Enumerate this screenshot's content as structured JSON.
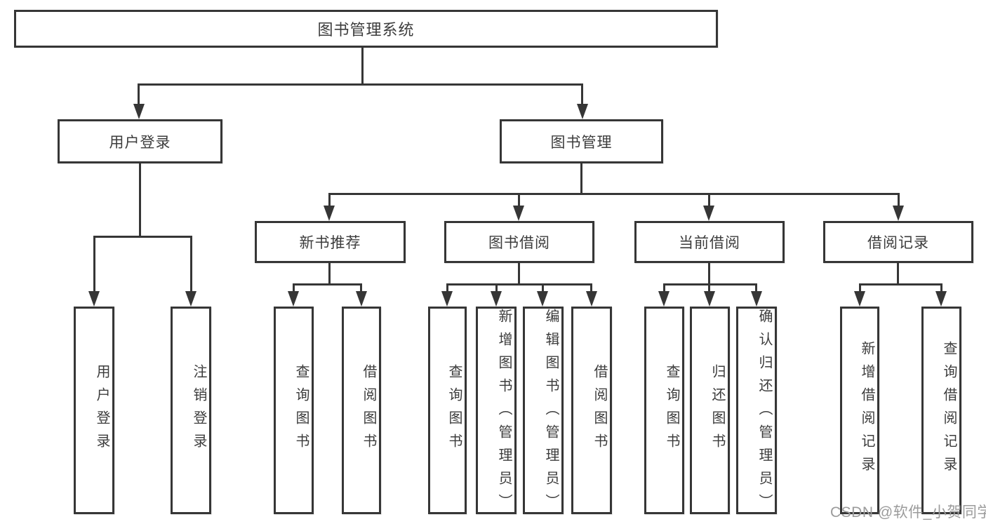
{
  "diagram": {
    "title_node": {
      "label": "图书管理系统"
    },
    "level2": [
      {
        "label": "用户登录"
      },
      {
        "label": "图书管理"
      }
    ],
    "level3": [
      {
        "label": "新书推荐"
      },
      {
        "label": "图书借阅"
      },
      {
        "label": "当前借阅"
      },
      {
        "label": "借阅记录"
      }
    ],
    "leaves": {
      "user_login": [
        {
          "label": "用户登录"
        },
        {
          "label": "注销登录"
        }
      ],
      "new_book": [
        {
          "label": "查询图书"
        },
        {
          "label": "借阅图书"
        }
      ],
      "book_borrow": [
        {
          "label": "查询图书"
        },
        {
          "label": "新增图书（管理员）"
        },
        {
          "label": "编辑图书（管理员）"
        },
        {
          "label": "借阅图书"
        }
      ],
      "current_borrow": [
        {
          "label": "查询图书"
        },
        {
          "label": "归还图书"
        },
        {
          "label": "确认归还（管理员）"
        }
      ],
      "borrow_records": [
        {
          "label": "新增借阅记录"
        },
        {
          "label": "查询借阅记录"
        }
      ]
    },
    "watermark": "CSDN @软件_小贺同学",
    "colors": {
      "line": "#363636",
      "text": "#3c3c3c",
      "box_background": "#ffffff",
      "watermark": "#9b9b9b"
    }
  }
}
